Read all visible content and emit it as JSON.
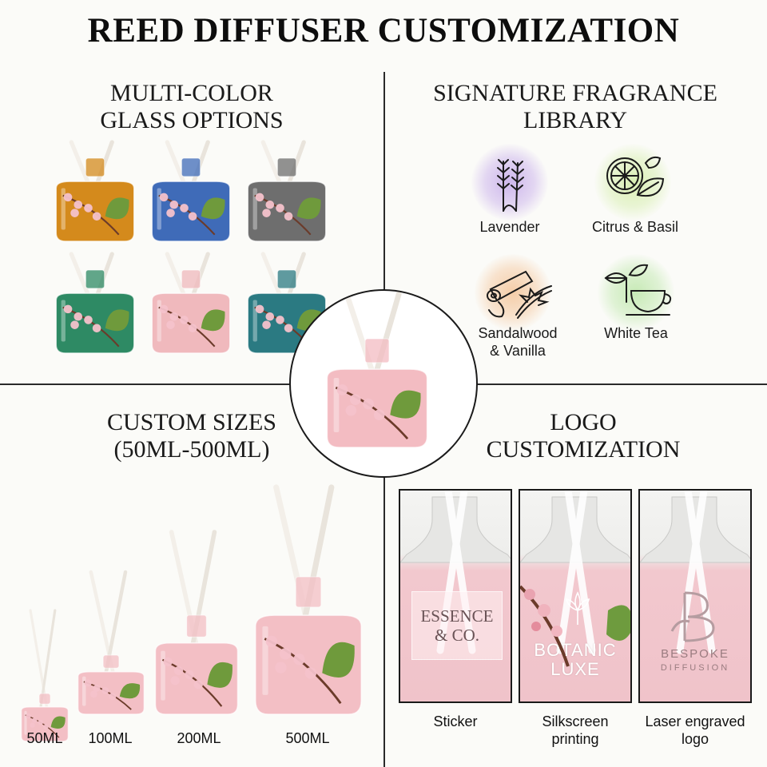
{
  "title": "REED DIFFUSER CUSTOMIZATION",
  "sections": {
    "glass": {
      "title_line1": "MULTI-COLOR",
      "title_line2": "GLASS OPTIONS"
    },
    "fragrance": {
      "title_line1": "SIGNATURE FRAGRANCE",
      "title_line2": "LIBRARY"
    },
    "sizes": {
      "title_line1": "CUSTOM SIZES",
      "title_line2": "(50ML-500ML)"
    },
    "logo": {
      "title_line1": "LOGO",
      "title_line2": "CUSTOMIZATION"
    }
  },
  "glass_colors": [
    "#d48a1c",
    "#3f6bb8",
    "#6e6e6e",
    "#2e8a64",
    "#f0b9bd",
    "#2b7a82"
  ],
  "fragrances": [
    {
      "label_line1": "Lavender",
      "label_line2": "",
      "icon": "lavender-icon",
      "halo": "#cdb6ec"
    },
    {
      "label_line1": "Citrus & Basil",
      "label_line2": "",
      "icon": "citrus-basil-icon",
      "halo": "#d9efb4"
    },
    {
      "label_line1": "Sandalwood",
      "label_line2": "& Vanilla",
      "icon": "sandalwood-vanilla-icon",
      "halo": "#f5cda8"
    },
    {
      "label_line1": "White Tea",
      "label_line2": "",
      "icon": "white-tea-icon",
      "halo": "#c7eab6"
    }
  ],
  "sizes": [
    "50ML",
    "100ML",
    "200ML",
    "500ML"
  ],
  "logo_options": [
    {
      "caption_line1": "Sticker",
      "caption_line2": "",
      "brand_line1": "ESSENCE",
      "brand_line2": "& CO."
    },
    {
      "caption_line1": "Silkscreen",
      "caption_line2": "printing",
      "brand_line1": "BOTANIC",
      "brand_line2": "LUXE"
    },
    {
      "caption_line1": "Laser engraved",
      "caption_line2": "logo",
      "brand_line1": "BESPOKE",
      "brand_line2": "DIFFUSION"
    }
  ]
}
